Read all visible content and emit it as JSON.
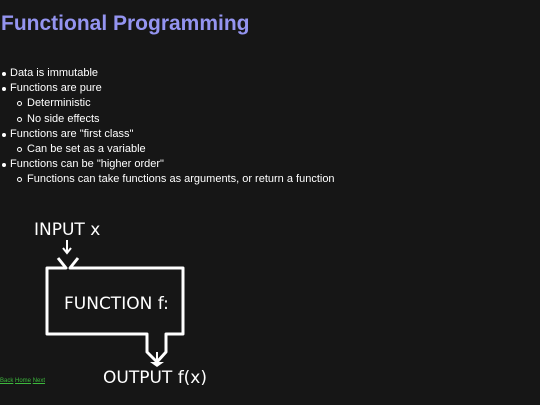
{
  "title": "Functional Programming",
  "bullets": [
    {
      "text": "Data is immutable",
      "sub": []
    },
    {
      "text": "Functions are pure",
      "sub": [
        "Deterministic",
        "No side effects"
      ]
    },
    {
      "text": "Functions are \"first class\"",
      "sub": [
        "Can be set as a variable"
      ]
    },
    {
      "text": "Functions can be \"higher order\"",
      "sub": [
        "Functions can take functions as arguments, or return a function"
      ]
    }
  ],
  "diagram": {
    "input_label": "INPUT x",
    "function_label": "FUNCTION f:",
    "output_label": "OUTPUT f(x)"
  },
  "nav": {
    "back": "Back",
    "home": "Home",
    "next": "Next"
  },
  "colors": {
    "title": "#9494f0",
    "background": "#161616",
    "link": "#3db83d"
  }
}
